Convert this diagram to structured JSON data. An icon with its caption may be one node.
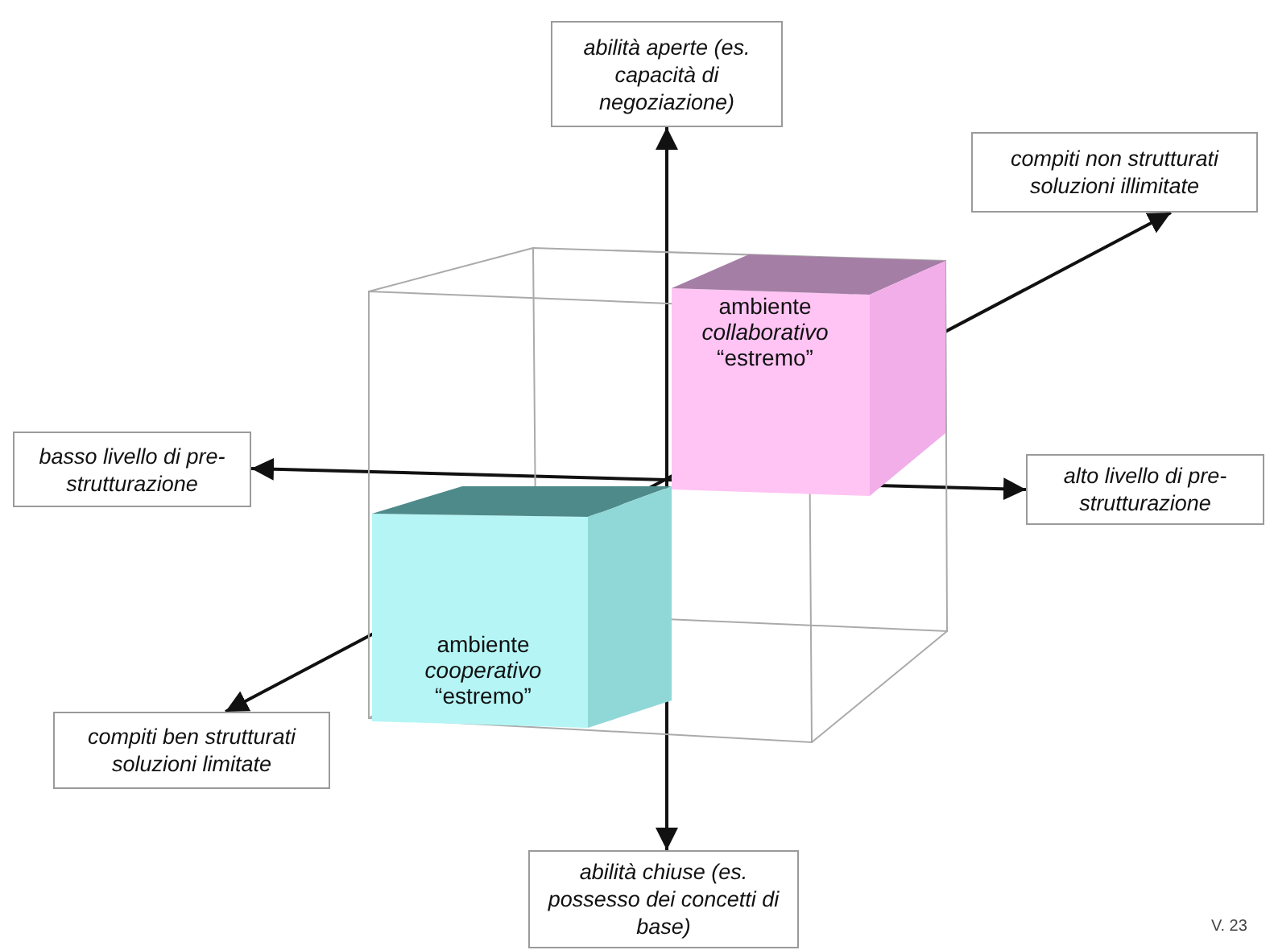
{
  "diagram": {
    "nodes": [
      {
        "text": [
          "abilità aperte (es. capacità di negoziazione)"
        ]
      },
      {
        "text": [
          "compiti non strutturati soluzioni illimitate"
        ]
      },
      {
        "text": [
          "ambiente *collaborativo* “estremo”"
        ]
      },
      {
        "text": [
          "basso livello di pre-strutturazione"
        ]
      },
      {
        "text": [
          "alto livello di pre-strutturazione"
        ]
      },
      {
        "text": [
          "ambiente *cooperativo* “estremo”"
        ]
      },
      {
        "text": [
          "compiti ben strutturati soluzioni limitate"
        ]
      },
      {
        "text": [
          "abilità chiuse (es. possesso dei concetti di base)"
        ]
      }
    ],
    "edges": [
      {
        "from": 0,
        "to": 7,
        "arrow": "both"
      },
      {
        "from": 3,
        "to": 4,
        "arrow": "both"
      },
      {
        "from": 6,
        "to": 1,
        "arrow": "both"
      }
    ],
    "labels": [
      "V. 23"
    ]
  }
}
